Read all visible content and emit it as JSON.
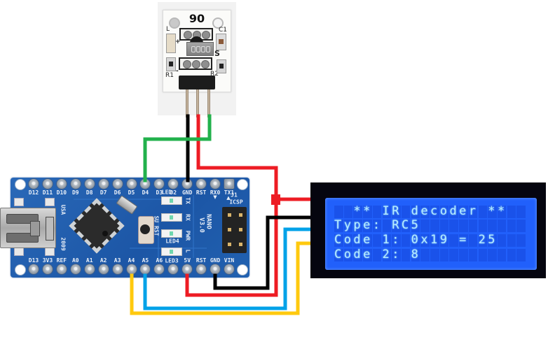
{
  "ir_module": {
    "board_mark": "90",
    "silkscreen": {
      "led": "L",
      "capacitor": "C1",
      "signal": "S",
      "resistor_1": "R1",
      "resistor_2": "R2",
      "minus": "-",
      "plus": "+"
    }
  },
  "arduino": {
    "model": "NANO",
    "version": "V3.0",
    "country": "USA",
    "year": "2009",
    "top_pins": [
      "D12",
      "D11",
      "D10",
      "D9",
      "D8",
      "D7",
      "D6",
      "D5",
      "D4",
      "D3",
      "D2",
      "GND",
      "RST",
      "RX0",
      "TX1"
    ],
    "bottom_pins": [
      "D13",
      "3V3",
      "REF",
      "A0",
      "A1",
      "A2",
      "A3",
      "A4",
      "A5",
      "A6",
      "",
      "5V",
      "RST",
      "GND",
      "VIN"
    ],
    "silkscreen": {
      "tx": "TX",
      "rx": "RX",
      "pwr": "PWR",
      "l": "L",
      "led_top": "LED",
      "led3": "LED3",
      "led4": "LED4",
      "reset": "SU RST",
      "j1": "J1",
      "icsp": "ICSP",
      "rx_arrow": "▼",
      "tx_arrow": "▲"
    }
  },
  "lcd": {
    "columns": 20,
    "row_count": 4,
    "rows": [
      "  ** IR decoder **",
      "Type: RC5",
      "Code 1: 0x19 = 25",
      "Code 2: 8"
    ],
    "colors": {
      "backlight": "#2160fb",
      "text": "#b6ecff",
      "bezel": "#05050f"
    }
  },
  "wires": [
    {
      "color": "#000000",
      "from": "ir-module",
      "to_pin": "GND"
    },
    {
      "color": "#ed1c24",
      "from": "ir-module",
      "to_pin": "5V"
    },
    {
      "color": "#22b14c",
      "from": "ir-module",
      "to_pin": "D4"
    },
    {
      "color": "#ed1c24",
      "from": "lcd",
      "to_pin": "5V"
    },
    {
      "color": "#000000",
      "from": "lcd",
      "to_pin": "GND"
    },
    {
      "color": "#00a2e8",
      "from": "lcd",
      "to_pin": "A5"
    },
    {
      "color": "#ffc90e",
      "from": "lcd",
      "to_pin": "A4"
    }
  ]
}
